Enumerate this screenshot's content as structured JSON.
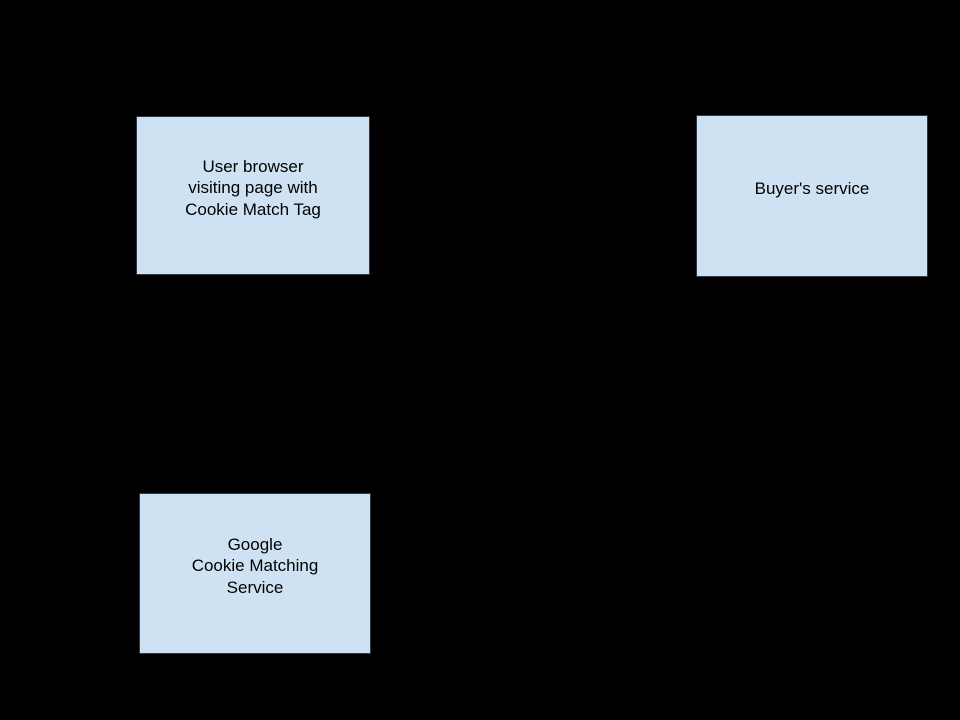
{
  "diagram": {
    "background_color": "#000000",
    "node_fill_color": "#cfe2f3",
    "node_border_color": "#303841",
    "text_color": "#000000",
    "nodes": [
      {
        "id": "user-browser",
        "label": "User browser\nvisiting page with\nCookie Match Tag"
      },
      {
        "id": "buyers-service",
        "label": "Buyer's service"
      },
      {
        "id": "google-cookie-matching-service",
        "label": "Google\nCookie Matching\nService"
      }
    ]
  }
}
